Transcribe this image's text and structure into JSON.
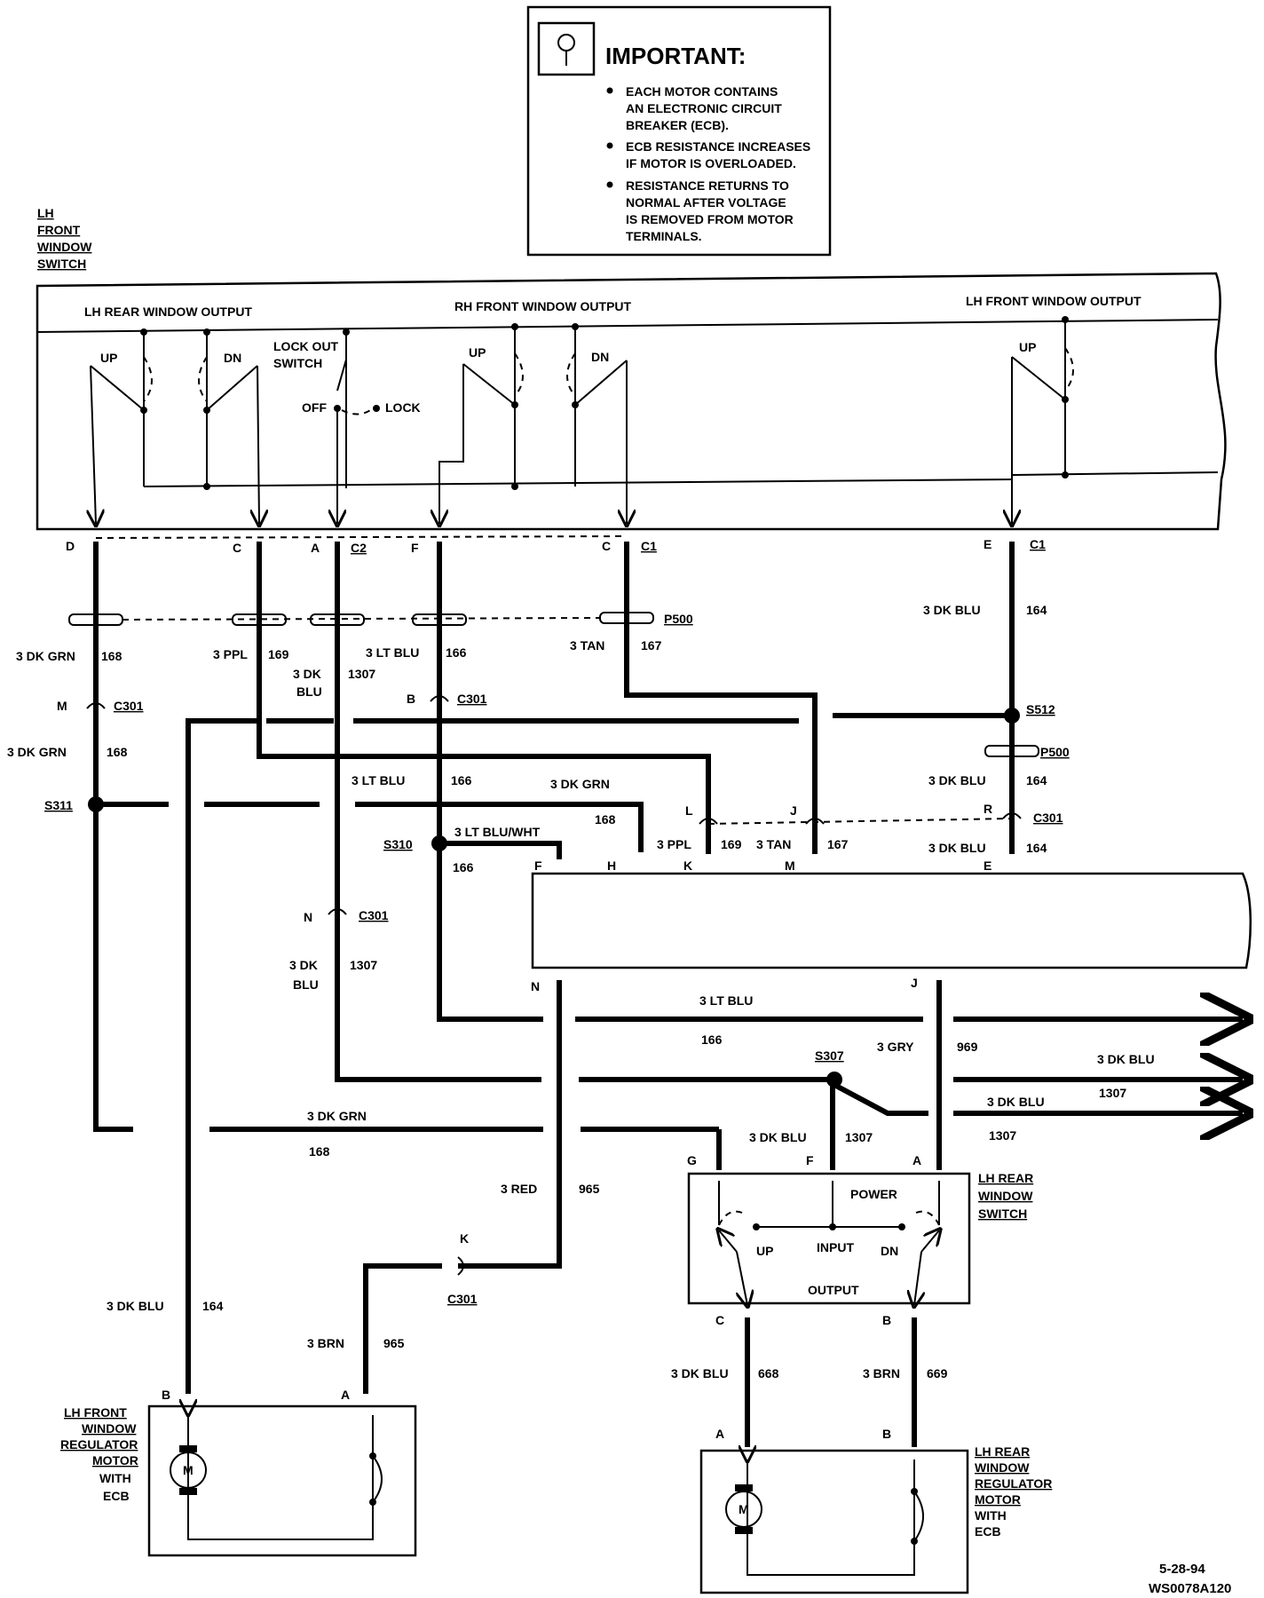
{
  "important": {
    "title": "IMPORTANT:",
    "bullets": [
      [
        "EACH MOTOR CONTAINS",
        "AN ELECTRONIC CIRCUIT",
        "BREAKER (ECB)."
      ],
      [
        "ECB RESISTANCE INCREASES",
        "IF MOTOR IS OVERLOADED."
      ],
      [
        "RESISTANCE RETURNS TO",
        "NORMAL AFTER VOLTAGE",
        "IS REMOVED FROM MOTOR",
        "TERMINALS."
      ]
    ]
  },
  "lh_front_switch": {
    "label": [
      "LH",
      "FRONT",
      "WINDOW",
      "SWITCH"
    ],
    "lh_rear_output": "LH REAR WINDOW OUTPUT",
    "rh_front_output": "RH FRONT WINDOW OUTPUT",
    "lh_front_output": "LH FRONT WINDOW OUTPUT",
    "lockout": [
      "LOCK OUT",
      "SWITCH"
    ],
    "off": "OFF",
    "lock": "LOCK",
    "up": "UP",
    "dn": "DN"
  },
  "pins": {
    "D": "D",
    "C": "C",
    "A": "A",
    "F": "F",
    "E": "E",
    "B": "B",
    "M": "M",
    "N": "N",
    "L": "L",
    "J": "J",
    "R": "R",
    "H": "H",
    "K": "K",
    "G": "G"
  },
  "connectors": {
    "c1": "C1",
    "c2": "C2",
    "p500": "P500",
    "c301": "C301",
    "s311": "S311",
    "s310": "S310",
    "s512": "S512",
    "s307": "S307"
  },
  "wires": {
    "w168": "3 DK GRN",
    "n168": "168",
    "w169": "3 PPL",
    "n169": "169",
    "w1307a": "3 DK",
    "w1307b": "BLU",
    "n1307": "1307",
    "w166": "3 LT BLU",
    "n166": "166",
    "w167": "3 TAN",
    "n167": "167",
    "w164": "3 DK BLU",
    "n164": "164",
    "w166w": "3 LT BLU/WHT",
    "n166w": "166",
    "w969": "3 GRY",
    "n969": "969",
    "w1307": "3 DK BLU",
    "w965": "3 RED",
    "n965": "965",
    "w965b": "3 BRN",
    "w668": "3 DK BLU",
    "n668": "668",
    "w669": "3 BRN",
    "n669": "669"
  },
  "lh_rear_switch": {
    "label": [
      "LH REAR",
      "WINDOW",
      "SWITCH"
    ],
    "power": "POWER",
    "input": "INPUT",
    "output": "OUTPUT",
    "up": "UP",
    "dn": "DN"
  },
  "lh_front_motor": {
    "label": [
      "LH FRONT",
      "WINDOW",
      "REGULATOR",
      "MOTOR",
      "WITH",
      "ECB"
    ],
    "m": "M"
  },
  "lh_rear_motor": {
    "label": [
      "LH REAR",
      "WINDOW",
      "REGULATOR",
      "MOTOR",
      "WITH",
      "ECB"
    ],
    "m": "M"
  },
  "footer": {
    "date": "5-28-94",
    "code": "WS0078A120"
  }
}
